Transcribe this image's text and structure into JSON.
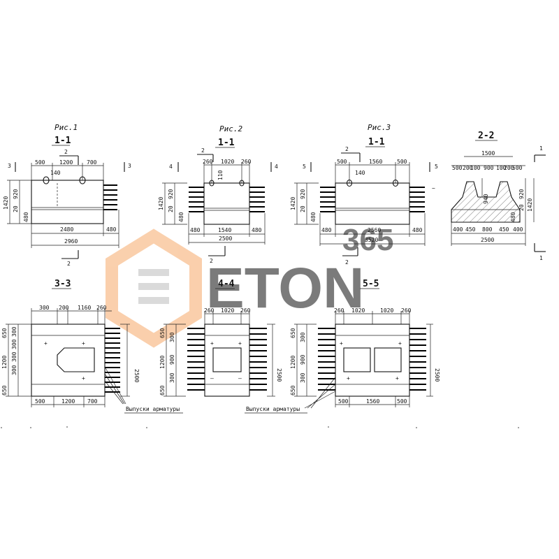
{
  "colors": {
    "ink": "#111111",
    "watermark_orange": "#F6A96A",
    "watermark_gray": "#BDBDBD"
  },
  "watermark": {
    "text": "ETON",
    "number": "365"
  },
  "fig1": {
    "caption": "Рис.1",
    "section": "1-1",
    "cut_left": "3",
    "cut_right": "3",
    "cut_top": "2",
    "cut_bottom": "2",
    "dims_top": [
      "500",
      "1200",
      "700"
    ],
    "dim_140": "140",
    "dims_left": [
      "1420",
      "920",
      "20",
      "480"
    ],
    "dims_bottom": [
      "2480",
      "480"
    ],
    "dim_total": "2960"
  },
  "fig2": {
    "caption": "Рис.2",
    "section": "1-1",
    "cut_left": "4",
    "cut_right": "4",
    "cut_top": "2",
    "cut_bottom": "2",
    "dims_top": [
      "260",
      "1020",
      "260"
    ],
    "dim_110": "110",
    "dims_left": [
      "1420",
      "920",
      "20",
      "480"
    ],
    "dims_bottom": [
      "480",
      "1540",
      "480"
    ],
    "dim_total": "2500"
  },
  "fig3": {
    "caption": "Рис.3",
    "section": "1-1",
    "cut_left": "5",
    "cut_right": "5",
    "cut_top": "2",
    "cut_bottom": "2",
    "dims_top": [
      "500",
      "1560",
      "500"
    ],
    "dim_140": "140",
    "dims_left": [
      "1420",
      "920",
      "20",
      "480"
    ],
    "dims_bottom": [
      "480",
      "2560",
      "480"
    ],
    "dim_total": "3520"
  },
  "sec22": {
    "section": "2-2",
    "cut_top": "1",
    "cut_bottom": "1",
    "dim_1500": "1500",
    "dims_top": [
      "500",
      "200",
      "100",
      "900",
      "100",
      "200",
      "500"
    ],
    "dim_940": "940",
    "dims_right": [
      "920",
      "1420",
      "20",
      "480"
    ],
    "dims_bottom": [
      "400",
      "450",
      "800",
      "450",
      "400"
    ],
    "dim_total": "2500"
  },
  "sec33": {
    "section": "3-3",
    "dims_top": [
      "300",
      "200",
      "1160",
      "260"
    ],
    "dims_left": [
      "650",
      "1200",
      "300",
      "300",
      "300",
      "300",
      "650"
    ],
    "dims_bottom": [
      "500",
      "1200",
      "700"
    ],
    "dim_right": "2500"
  },
  "sec44": {
    "section": "4-4",
    "dims_top": [
      "260",
      "1020",
      "260"
    ],
    "dims_left": [
      "650",
      "300",
      "1200",
      "900",
      "300",
      "650"
    ],
    "dim_right": "2500"
  },
  "sec55": {
    "section": "5-5",
    "dims_top": [
      "260",
      "1020",
      "1020",
      "260"
    ],
    "dims_left": [
      "650",
      "300",
      "1200",
      "900",
      "300",
      "650"
    ],
    "dims_bottom": [
      "500",
      "1560",
      "500"
    ],
    "dim_right": "2500"
  },
  "labels": {
    "rebar_outlets_1": "Выпуски арматуры",
    "rebar_outlets_2": "Выпуски арматуры"
  }
}
